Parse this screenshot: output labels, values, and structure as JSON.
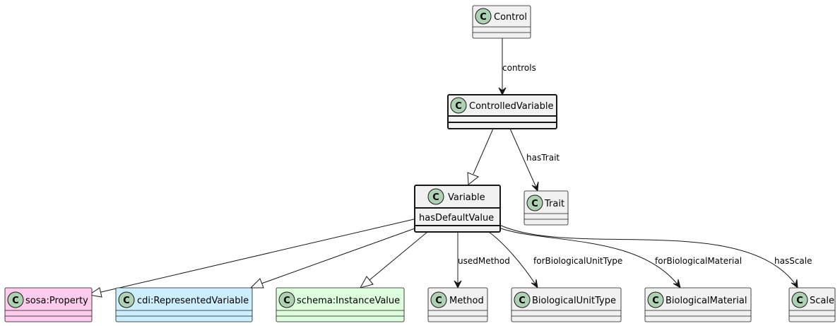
{
  "colors": {
    "class_fill": "#F1F1F1",
    "border": "#181818",
    "circle_fill": "#ADD1B2",
    "sosa_fill": "#FFCCEE",
    "cdi_fill": "#CCEEFF",
    "schema_fill": "#DDFFDD"
  },
  "icons": {
    "class_circle": "class-c-icon"
  },
  "circle_letter": "C",
  "classes": {
    "control": {
      "name": "Control"
    },
    "controlled_variable": {
      "name": "ControlledVariable"
    },
    "variable": {
      "name": "Variable",
      "attribute": "hasDefaultValue"
    },
    "trait": {
      "name": "Trait"
    },
    "sosa_property": {
      "name": "sosa:Property"
    },
    "cdi_represented_variable": {
      "name": "cdi:RepresentedVariable"
    },
    "schema_instance_value": {
      "name": "schema:InstanceValue"
    },
    "method": {
      "name": "Method"
    },
    "biological_unit_type": {
      "name": "BiologicalUnitType"
    },
    "biological_material": {
      "name": "BiologicalMaterial"
    },
    "scale": {
      "name": "Scale"
    }
  },
  "relations": {
    "controls": "controls",
    "has_trait": "hasTrait",
    "used_method": "usedMethod",
    "for_biological_unit_type": "forBiologicalUnitType",
    "for_biological_material": "forBiologicalMaterial",
    "has_scale": "hasScale"
  }
}
